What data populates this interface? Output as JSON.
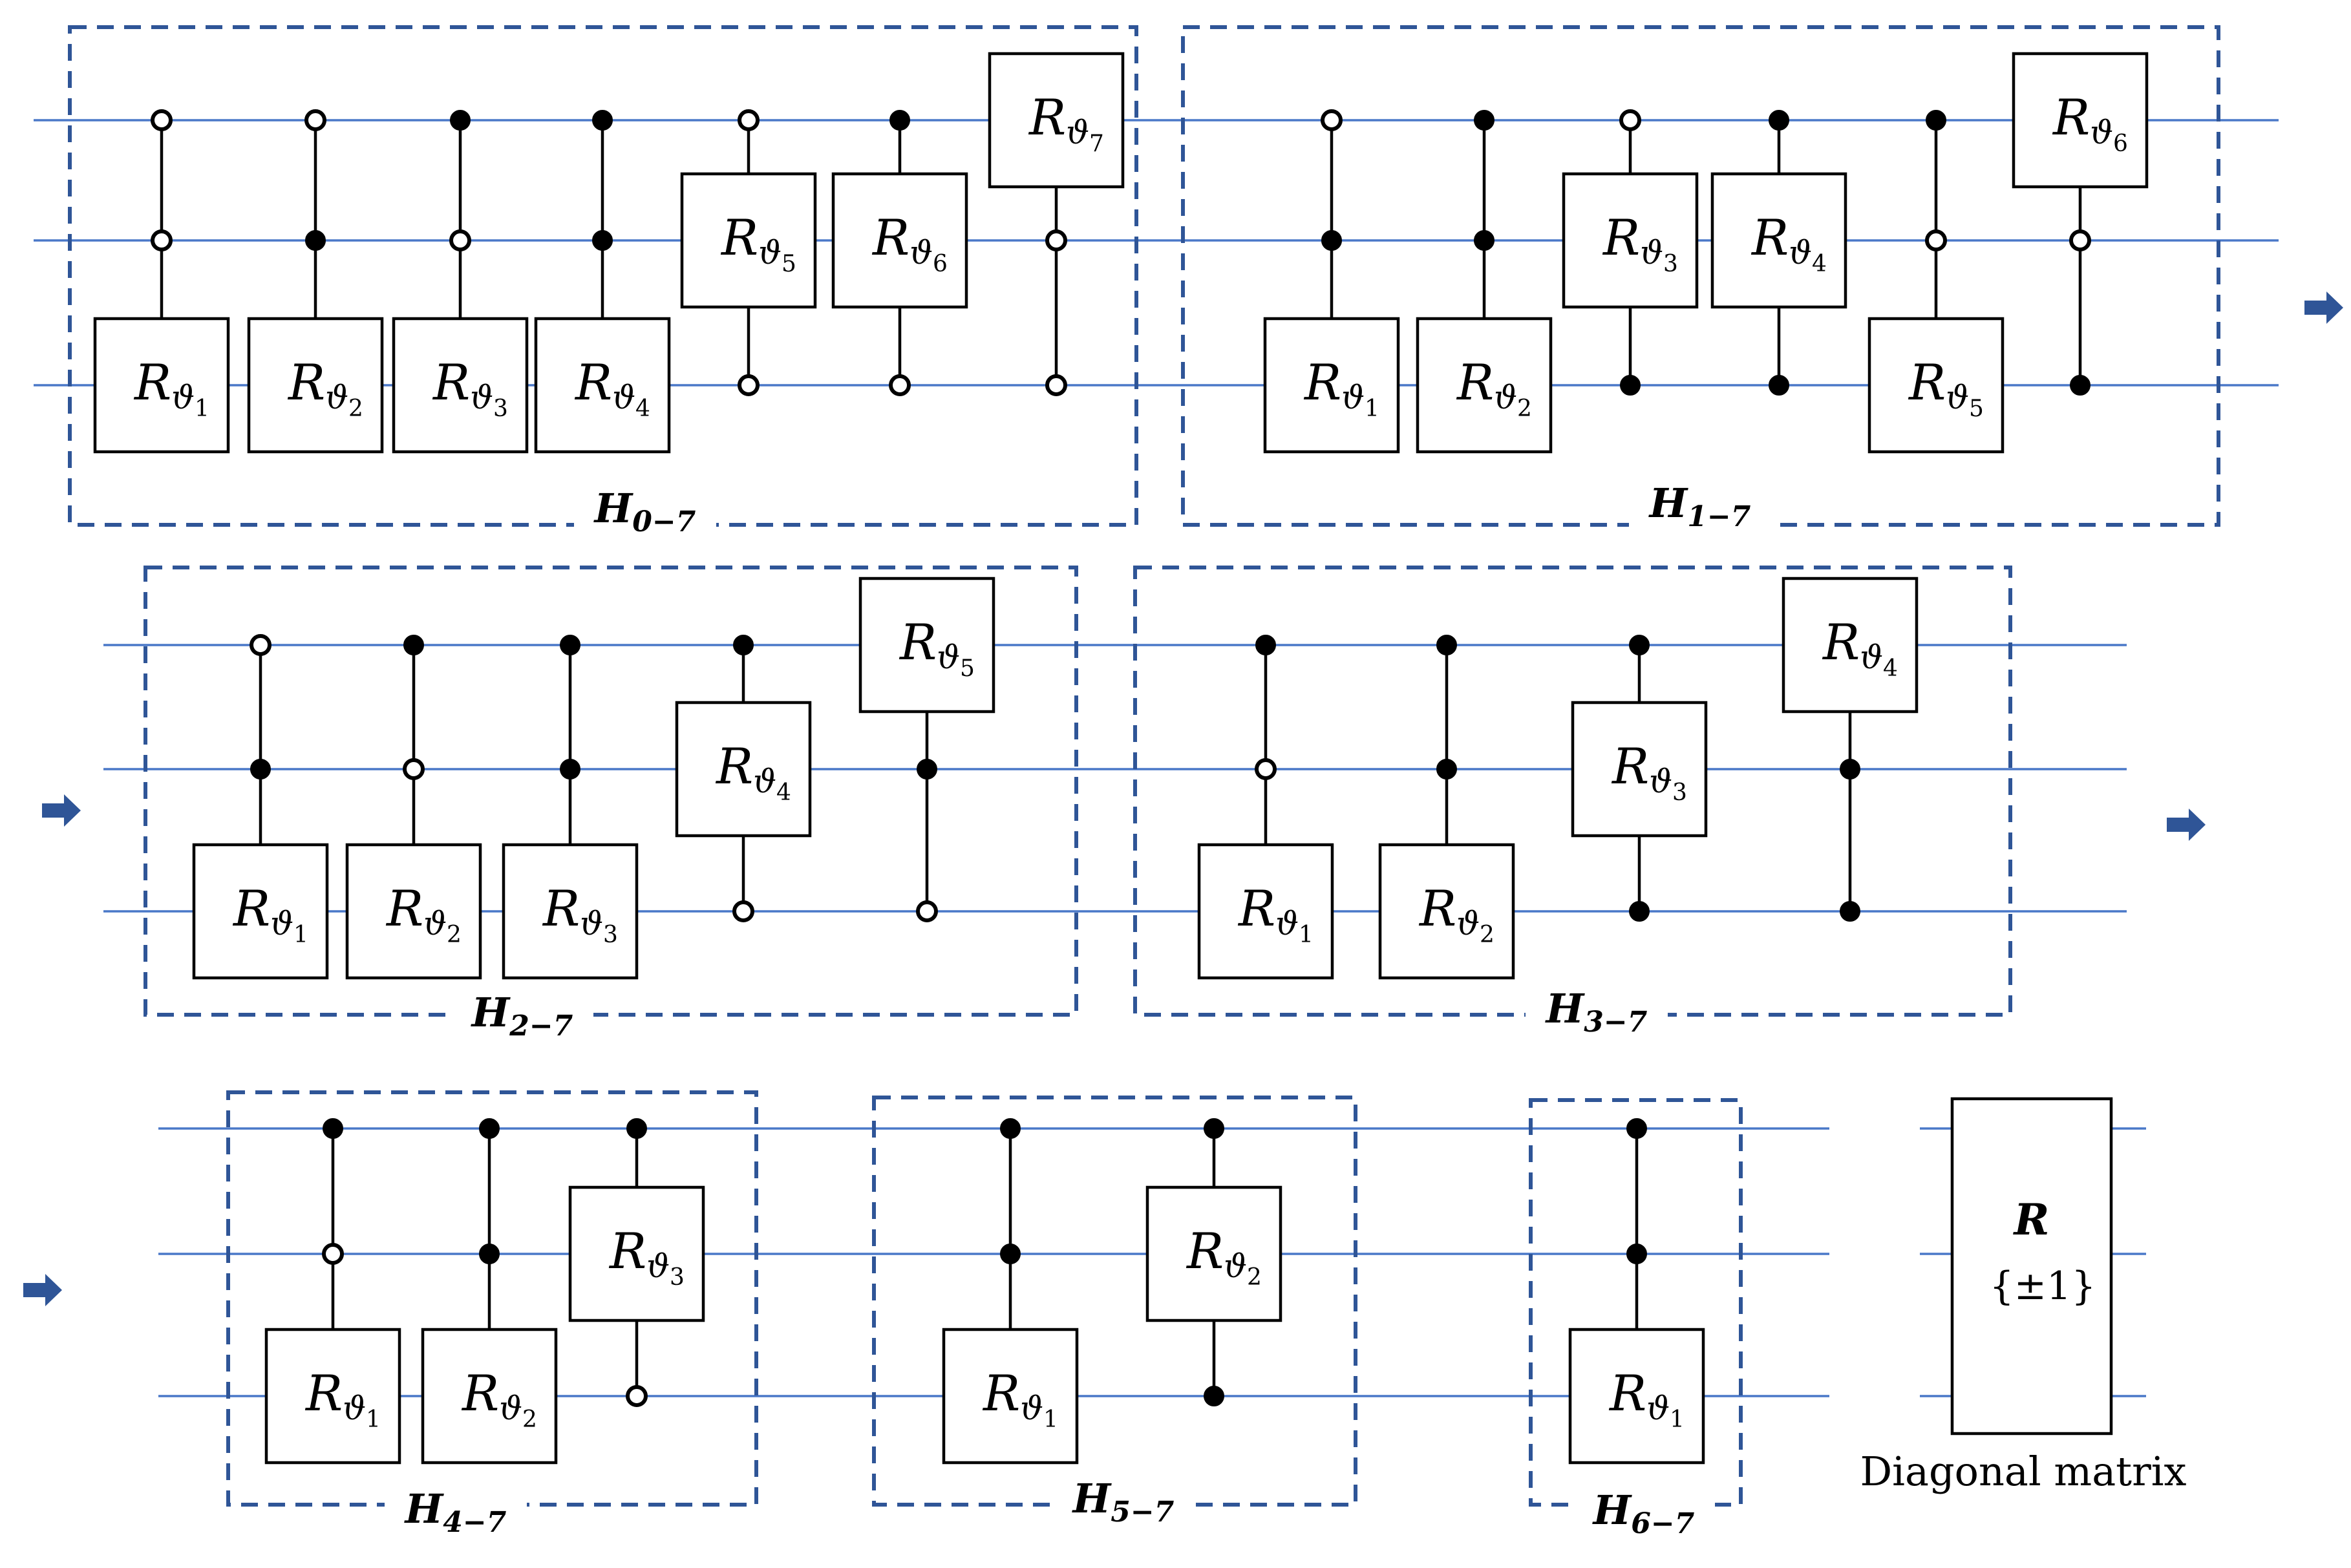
{
  "gate_symbol": {
    "base": "R",
    "angle": "ϑ"
  },
  "blocks": [
    {
      "id": "H0",
      "label": "H",
      "label_sub": "0−7",
      "gates": [
        {
          "target": 2,
          "index": "1",
          "controls": [
            {
              "wire": 0,
              "state": "open"
            },
            {
              "wire": 1,
              "state": "open"
            }
          ]
        },
        {
          "target": 2,
          "index": "2",
          "controls": [
            {
              "wire": 0,
              "state": "open"
            },
            {
              "wire": 1,
              "state": "filled"
            }
          ]
        },
        {
          "target": 2,
          "index": "3",
          "controls": [
            {
              "wire": 0,
              "state": "filled"
            },
            {
              "wire": 1,
              "state": "open"
            }
          ]
        },
        {
          "target": 2,
          "index": "4",
          "controls": [
            {
              "wire": 0,
              "state": "filled"
            },
            {
              "wire": 1,
              "state": "filled"
            }
          ]
        },
        {
          "target": 1,
          "index": "5",
          "controls": [
            {
              "wire": 0,
              "state": "open"
            },
            {
              "wire": 2,
              "state": "open"
            }
          ]
        },
        {
          "target": 1,
          "index": "6",
          "controls": [
            {
              "wire": 0,
              "state": "filled"
            },
            {
              "wire": 2,
              "state": "open"
            }
          ]
        },
        {
          "target": 0,
          "index": "7",
          "controls": [
            {
              "wire": 1,
              "state": "open"
            },
            {
              "wire": 2,
              "state": "open"
            }
          ]
        }
      ]
    },
    {
      "id": "H1",
      "label": "H",
      "label_sub": "1−7",
      "gates": [
        {
          "target": 2,
          "index": "1",
          "controls": [
            {
              "wire": 0,
              "state": "open"
            },
            {
              "wire": 1,
              "state": "filled"
            }
          ]
        },
        {
          "target": 2,
          "index": "2",
          "controls": [
            {
              "wire": 0,
              "state": "filled"
            },
            {
              "wire": 1,
              "state": "filled"
            }
          ]
        },
        {
          "target": 1,
          "index": "3",
          "controls": [
            {
              "wire": 0,
              "state": "open"
            },
            {
              "wire": 2,
              "state": "filled"
            }
          ]
        },
        {
          "target": 1,
          "index": "4",
          "controls": [
            {
              "wire": 0,
              "state": "filled"
            },
            {
              "wire": 2,
              "state": "filled"
            }
          ]
        },
        {
          "target": 2,
          "index": "5",
          "controls": [
            {
              "wire": 0,
              "state": "filled"
            },
            {
              "wire": 1,
              "state": "open"
            }
          ]
        },
        {
          "target": 0,
          "index": "6",
          "controls": [
            {
              "wire": 1,
              "state": "open"
            },
            {
              "wire": 2,
              "state": "filled"
            }
          ]
        }
      ]
    },
    {
      "id": "H2",
      "label": "H",
      "label_sub": "2−7",
      "gates": [
        {
          "target": 2,
          "index": "1",
          "controls": [
            {
              "wire": 0,
              "state": "open"
            },
            {
              "wire": 1,
              "state": "filled"
            }
          ]
        },
        {
          "target": 2,
          "index": "2",
          "controls": [
            {
              "wire": 0,
              "state": "filled"
            },
            {
              "wire": 1,
              "state": "open"
            }
          ]
        },
        {
          "target": 2,
          "index": "3",
          "controls": [
            {
              "wire": 0,
              "state": "filled"
            },
            {
              "wire": 1,
              "state": "filled"
            }
          ]
        },
        {
          "target": 1,
          "index": "4",
          "controls": [
            {
              "wire": 0,
              "state": "filled"
            },
            {
              "wire": 2,
              "state": "open"
            }
          ]
        },
        {
          "target": 0,
          "index": "5",
          "controls": [
            {
              "wire": 1,
              "state": "filled"
            },
            {
              "wire": 2,
              "state": "open"
            }
          ]
        }
      ]
    },
    {
      "id": "H3",
      "label": "H",
      "label_sub": "3−7",
      "gates": [
        {
          "target": 2,
          "index": "1",
          "controls": [
            {
              "wire": 0,
              "state": "filled"
            },
            {
              "wire": 1,
              "state": "open"
            }
          ]
        },
        {
          "target": 2,
          "index": "2",
          "controls": [
            {
              "wire": 0,
              "state": "filled"
            },
            {
              "wire": 1,
              "state": "filled"
            }
          ]
        },
        {
          "target": 1,
          "index": "3",
          "controls": [
            {
              "wire": 0,
              "state": "filled"
            },
            {
              "wire": 2,
              "state": "filled"
            }
          ]
        },
        {
          "target": 0,
          "index": "4",
          "controls": [
            {
              "wire": 1,
              "state": "filled"
            },
            {
              "wire": 2,
              "state": "filled"
            }
          ]
        }
      ]
    },
    {
      "id": "H4",
      "label": "H",
      "label_sub": "4−7",
      "gates": [
        {
          "target": 2,
          "index": "1",
          "controls": [
            {
              "wire": 0,
              "state": "filled"
            },
            {
              "wire": 1,
              "state": "open"
            }
          ]
        },
        {
          "target": 2,
          "index": "2",
          "controls": [
            {
              "wire": 0,
              "state": "filled"
            },
            {
              "wire": 1,
              "state": "filled"
            }
          ]
        },
        {
          "target": 1,
          "index": "3",
          "controls": [
            {
              "wire": 0,
              "state": "filled"
            },
            {
              "wire": 2,
              "state": "open"
            }
          ]
        }
      ]
    },
    {
      "id": "H5",
      "label": "H",
      "label_sub": "5−7",
      "gates": [
        {
          "target": 2,
          "index": "1",
          "controls": [
            {
              "wire": 0,
              "state": "filled"
            },
            {
              "wire": 1,
              "state": "filled"
            }
          ]
        },
        {
          "target": 1,
          "index": "2",
          "controls": [
            {
              "wire": 0,
              "state": "filled"
            },
            {
              "wire": 2,
              "state": "filled"
            }
          ]
        }
      ]
    },
    {
      "id": "H6",
      "label": "H",
      "label_sub": "6−7",
      "gates": [
        {
          "target": 2,
          "index": "1",
          "controls": [
            {
              "wire": 0,
              "state": "filled"
            },
            {
              "wire": 1,
              "state": "filled"
            }
          ]
        }
      ]
    }
  ],
  "diagonal": {
    "symbol": "R",
    "entries": "{±1}",
    "caption": "Diagonal matrix"
  },
  "colors": {
    "wire": "#4a78c8",
    "frame": "#2f5597",
    "arrow": "#2f5597"
  }
}
